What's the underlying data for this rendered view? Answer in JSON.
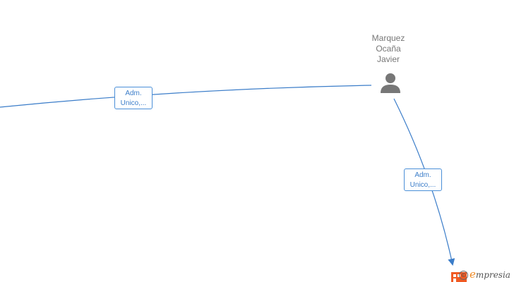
{
  "person": {
    "name_lines": [
      "Marquez",
      "Ocaña",
      "Javier"
    ],
    "icon": "person-icon"
  },
  "edges": [
    {
      "label_lines": [
        "Adm.",
        "Unico,..."
      ]
    },
    {
      "label_lines": [
        "Adm.",
        "Unico,..."
      ]
    }
  ],
  "company": {
    "icon": "building-icon"
  },
  "brand": {
    "copyright": "©",
    "first_letter": "e",
    "rest": "mpresia"
  },
  "colors": {
    "edge": "#3b7dc9",
    "label_border": "#4a8fd8",
    "person_icon": "#777777",
    "company_icon": "#f05a23",
    "brand_accent": "#f08a24"
  }
}
